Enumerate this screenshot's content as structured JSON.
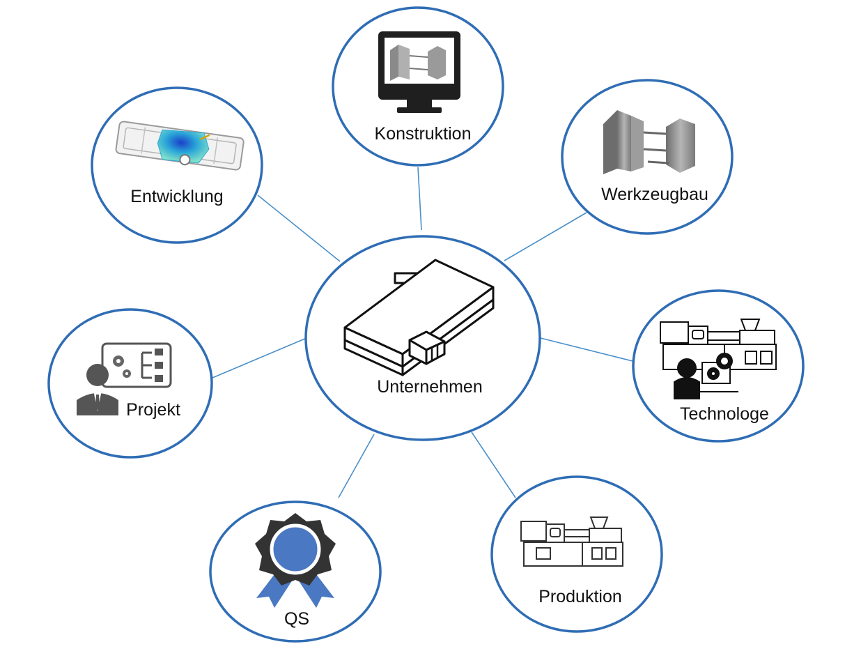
{
  "colors": {
    "ring": "#2f6db5",
    "connector": "#4a8fc9",
    "badge": "#4a78c2",
    "icon_dark": "#333333",
    "icon_gray": "#8a8a8a",
    "sim_blue": "#2aa6d8"
  },
  "center": {
    "label": "Unternehmen",
    "icon": "building-icon"
  },
  "nodes": [
    {
      "id": "entwicklung",
      "label": "Entwicklung",
      "icon": "simulation-part-icon"
    },
    {
      "id": "konstruktion",
      "label": "Konstruktion",
      "icon": "cad-monitor-icon"
    },
    {
      "id": "werkzeugbau",
      "label": "Werkzeugbau",
      "icon": "mold-icon"
    },
    {
      "id": "technologe",
      "label": "Technologe",
      "icon": "technologist-icon"
    },
    {
      "id": "produktion",
      "label": "Produktion",
      "icon": "injection-machine-icon"
    },
    {
      "id": "qs",
      "label": "QS",
      "icon": "quality-badge-icon"
    },
    {
      "id": "projekt",
      "label": "Projekt",
      "icon": "project-manager-icon"
    }
  ]
}
